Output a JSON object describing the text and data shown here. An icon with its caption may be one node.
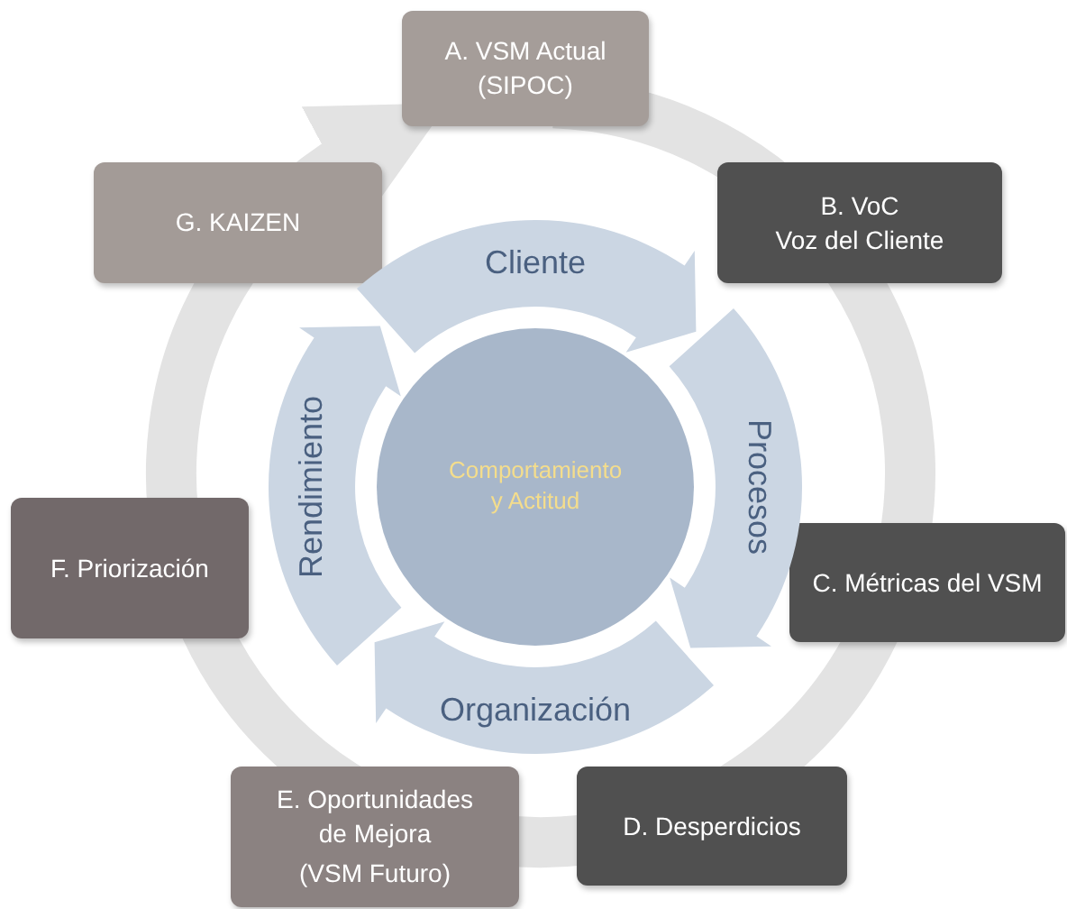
{
  "diagram": {
    "nodes": [
      {
        "text": [
          "A. VSM Actual (SIPOC)"
        ]
      },
      {
        "text": [
          "B. VoC",
          "Voz del Cliente"
        ]
      },
      {
        "text": [
          "C. Métricas del VSM"
        ]
      },
      {
        "text": [
          "D. Desperdicios"
        ]
      },
      {
        "text": [
          "E. Oportunidades de Mejora",
          "(VSM Futuro)"
        ]
      },
      {
        "text": [
          "F. Priorización"
        ]
      },
      {
        "text": [
          "G. KAIZEN"
        ]
      },
      {
        "text": [
          "Comportamiento y Actitud"
        ]
      },
      {
        "text": [
          "Cliente"
        ]
      },
      {
        "text": [
          "Procesos"
        ]
      },
      {
        "text": [
          "Organización"
        ]
      },
      {
        "text": [
          "Rendimiento"
        ]
      }
    ]
  }
}
